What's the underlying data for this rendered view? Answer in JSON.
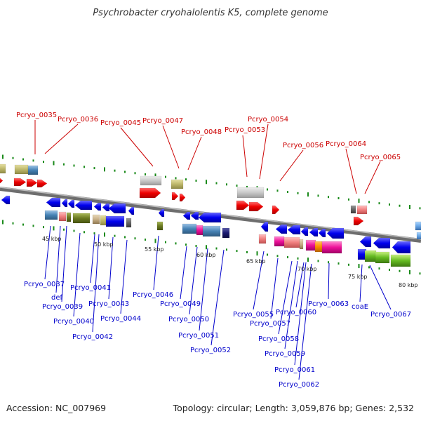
{
  "title": "Psychrobacter cryohalolentis K5, complete genome",
  "footer": {
    "accession": "Accession: NC_007969",
    "summary": "Topology: circular; Length: 3,059,876 bp; Genes: 2,532"
  },
  "colors": {
    "forward_label": "#cc0000",
    "reverse_label": "#0000cc",
    "backbone": "#888888",
    "tick": "#1a8a1a"
  },
  "scale_labels": [
    "45 kbp",
    "50 kbp",
    "55 kbp",
    "60 kbp",
    "65 kbp",
    "70 kbp",
    "75 kbp",
    "80 kbp"
  ],
  "forward_genes": [
    "Pcryo_0035",
    "Pcryo_0036",
    "Pcryo_0045",
    "Pcryo_0047",
    "Pcryo_0048",
    "Pcryo_0053",
    "Pcryo_0054",
    "Pcryo_0056",
    "Pcryo_0064",
    "Pcryo_0065"
  ],
  "reverse_genes": [
    "Pcryo_0037",
    "def",
    "Pcryo_0039",
    "Pcryo_0040",
    "Pcryo_0041",
    "Pcryo_0042",
    "Pcryo_0043",
    "Pcryo_0044",
    "Pcryo_0046",
    "Pcryo_0049",
    "Pcryo_0050",
    "Pcryo_0051",
    "Pcryo_0052",
    "Pcryo_0055",
    "Pcryo_0057",
    "Pcryo_0058",
    "Pcryo_0059",
    "Pcryo_0060",
    "Pcryo_0061",
    "Pcryo_0062",
    "Pcryo_0063",
    "coaE",
    "Pcryo_0067"
  ]
}
